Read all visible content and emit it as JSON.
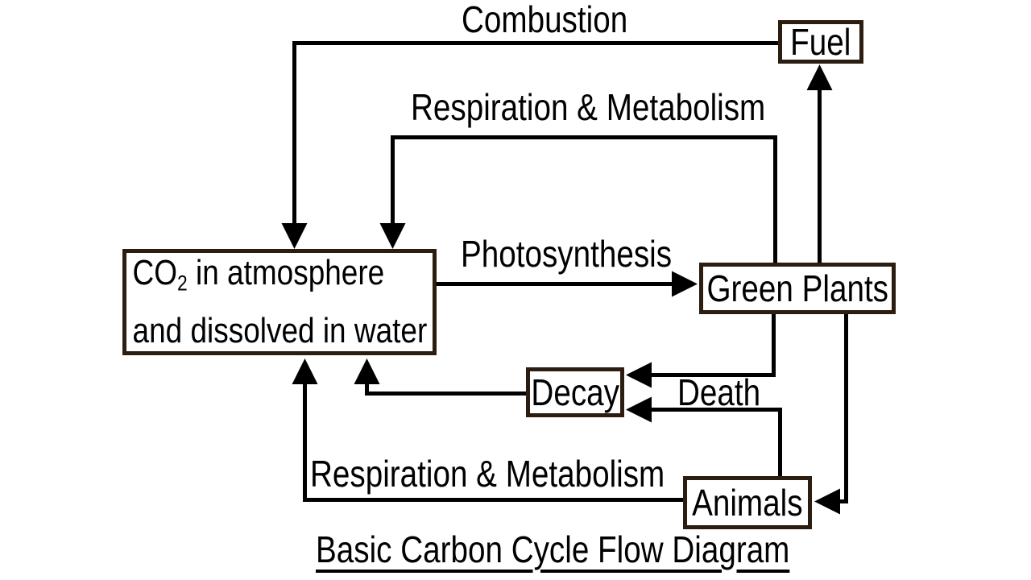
{
  "title": "Basic Carbon Cycle Flow Diagram",
  "colors": {
    "background": "#ffffff",
    "box_border": "#2b1d10",
    "line": "#000000",
    "text": "#000000"
  },
  "boxes": {
    "fuel": {
      "label": "Fuel"
    },
    "co2": {
      "line1_pre": "CO",
      "line1_sub": "2",
      "line1_post": " in atmosphere",
      "line2": "and dissolved in water"
    },
    "green_plants": {
      "label": "Green Plants"
    },
    "decay": {
      "label": "Decay"
    },
    "animals": {
      "label": "Animals"
    }
  },
  "flow_labels": {
    "combustion": "Combustion",
    "respiration_metabolism_top": "Respiration & Metabolism",
    "photosynthesis": "Photosynthesis",
    "death": "Death",
    "respiration_metabolism_bottom": "Respiration & Metabolism"
  },
  "edges": [
    {
      "from": "Fuel",
      "to": "CO2 in atmosphere and dissolved in water",
      "label": "Combustion"
    },
    {
      "from": "Green Plants",
      "to": "CO2 in atmosphere and dissolved in water",
      "label": "Respiration & Metabolism"
    },
    {
      "from": "CO2 in atmosphere and dissolved in water",
      "to": "Green Plants",
      "label": "Photosynthesis"
    },
    {
      "from": "Green Plants",
      "to": "Fuel",
      "label": ""
    },
    {
      "from": "Green Plants",
      "to": "Decay",
      "label": ""
    },
    {
      "from": "Animals",
      "to": "Decay",
      "label": "Death"
    },
    {
      "from": "Decay",
      "to": "CO2 in atmosphere and dissolved in water",
      "label": ""
    },
    {
      "from": "Green Plants",
      "to": "Animals",
      "label": ""
    },
    {
      "from": "Animals",
      "to": "CO2 in atmosphere and dissolved in water",
      "label": "Respiration & Metabolism"
    }
  ]
}
